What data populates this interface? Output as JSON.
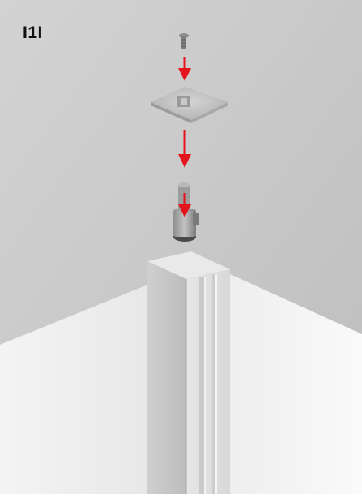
{
  "instruction": {
    "step_label": "I1I",
    "arrow_color": "#e3141b",
    "parts": [
      "screw",
      "mounting-plate",
      "connector-pin",
      "aluminum-corner-post",
      "wall-panel-left",
      "wall-panel-right"
    ],
    "arrow_count": 3
  }
}
